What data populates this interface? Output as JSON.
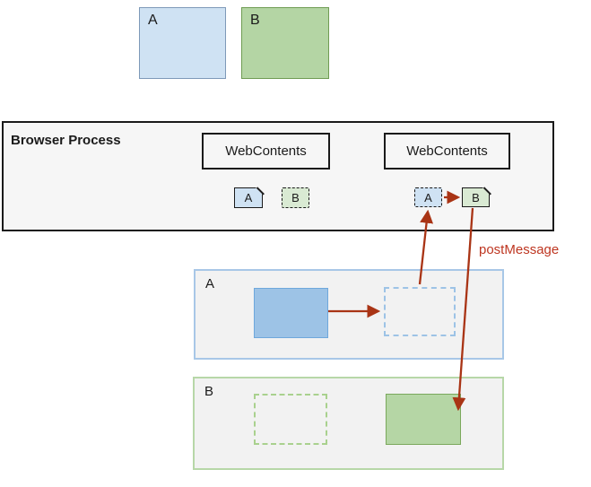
{
  "diagram": {
    "tabs": [
      {
        "label": "A"
      },
      {
        "label": "B"
      }
    ],
    "browser_process": {
      "label": "Browser Process",
      "webcontents": [
        {
          "label": "WebContents",
          "frames": [
            {
              "label": "A"
            },
            {
              "label": "B"
            }
          ]
        },
        {
          "label": "WebContents",
          "frames": [
            {
              "label": "A"
            },
            {
              "label": "B"
            }
          ]
        }
      ]
    },
    "renderer_processes": [
      {
        "label": "A"
      },
      {
        "label": "B"
      }
    ],
    "annotations": {
      "post_message": "postMessage"
    }
  },
  "colors": {
    "site_a_fill": "#CFE2F3",
    "site_a_strong": "#9DC3E6",
    "site_b_fill": "#D9EAD3",
    "site_b_strong": "#B5D6A5",
    "tab_a_fill": "#CFE2F3",
    "tab_b_fill": "#B4D5A4",
    "arrow_red": "#A93415",
    "label_red": "#BE3621",
    "process_fill": "#F2F2F2",
    "browser_fill": "#F6F6F6"
  }
}
